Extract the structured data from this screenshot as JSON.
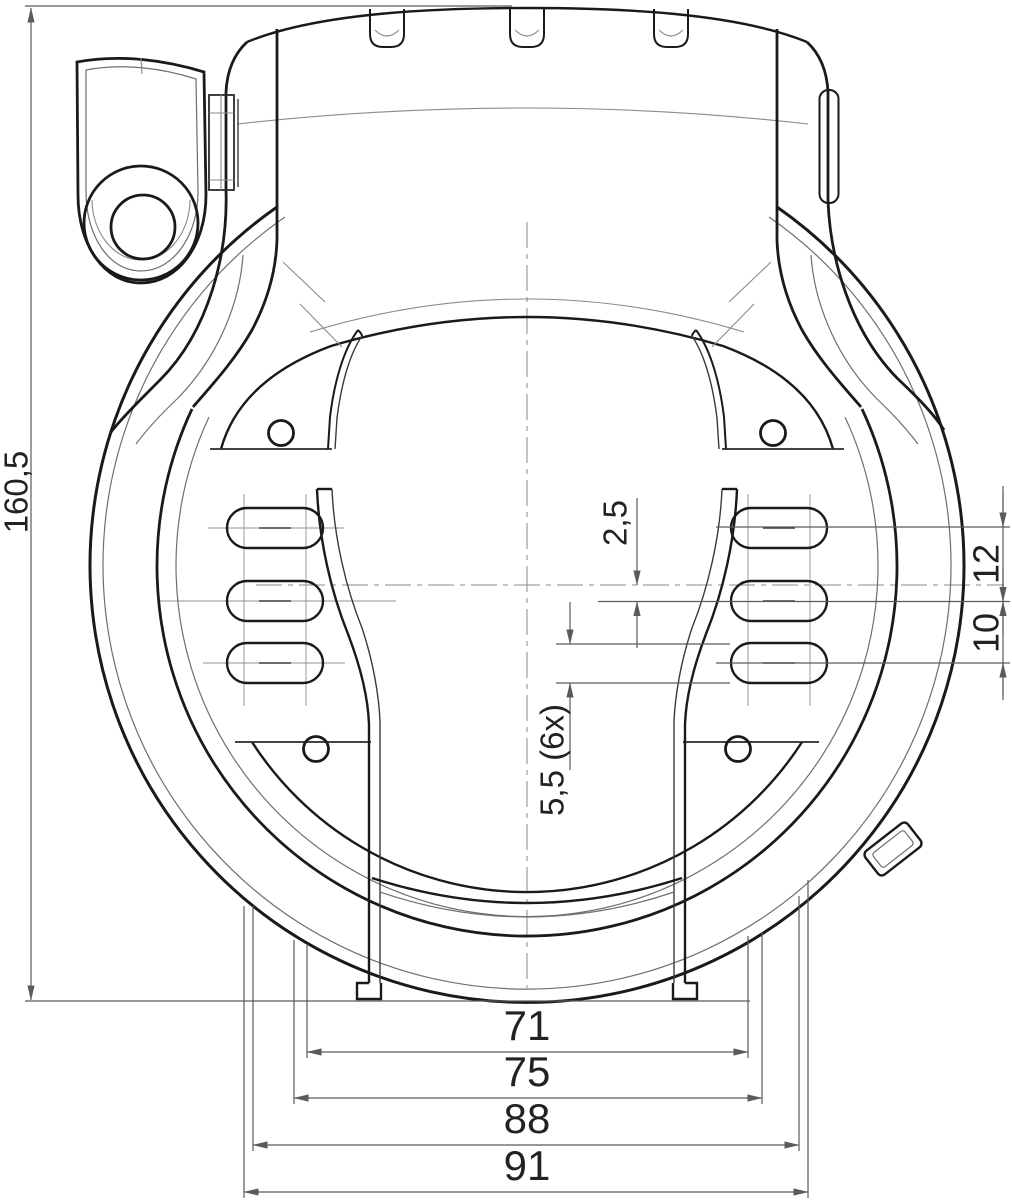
{
  "drawing": {
    "type": "technical-drawing",
    "subject": "frame-lock-front-view",
    "background_color": "#ffffff",
    "line_color": "#1a1a1a",
    "dimension_color": "#5a5a5a",
    "dims": {
      "height": "160,5",
      "offset": "2,5",
      "pitch_upper": "12",
      "pitch_lower": "10",
      "slot": "5,5  (6x)",
      "w71": "71",
      "w75": "75",
      "w88": "88",
      "w91": "91"
    },
    "dimension_values_mm": {
      "overall_height": 160.5,
      "center_offset": 2.5,
      "slot_row_pitch_upper": 12,
      "slot_row_pitch_lower": 10,
      "slot_width": 5.5,
      "slot_count": 6,
      "widths": [
        71,
        75,
        88,
        91
      ]
    }
  }
}
